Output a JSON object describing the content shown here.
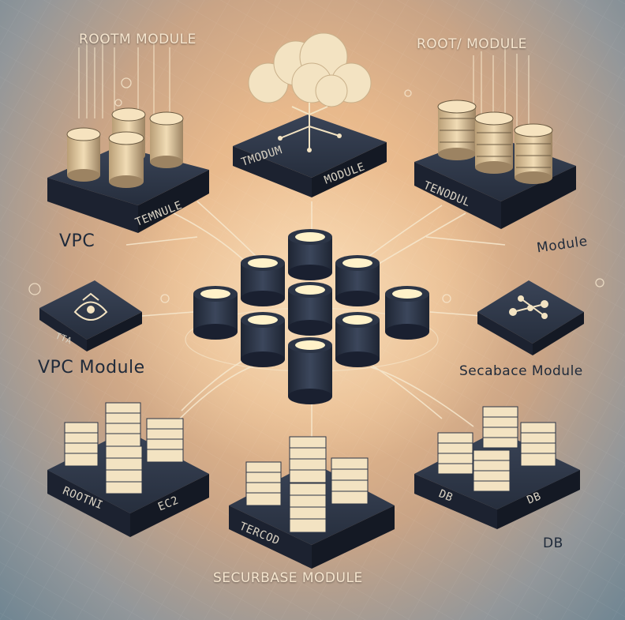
{
  "diagram": {
    "labels": {
      "top_left_title": "ROOTM MODULE",
      "top_center_plate": "TMODUM",
      "top_center_plate_right": "MODULE",
      "top_right_title": "ROOT/ MODULE",
      "top_left_plate": "TEMNULE",
      "top_right_plate": "TENODUL",
      "vpc_top": "VPC",
      "module_right": "Module",
      "vpc_module": "VPC   Module",
      "left_plate": "TTA",
      "secbase_module": "Secabace Module",
      "bottom_left_plate_left": "ROOTNI",
      "bottom_left_plate_right": "EC2",
      "bottom_center_plate": "TERCOD",
      "bottom_right_plate_left": "DB",
      "bottom_right_plate_right": "DB",
      "db_label": "DB",
      "securbase_module": "SECURBASE MODULE"
    },
    "colors": {
      "dark_navy": "#2c3546",
      "cream": "#f3e3c2",
      "glow": "#fff2c9",
      "line": "#f7e9cf"
    },
    "icons": [
      "cloud-tree-icon",
      "shield-icon",
      "network-icon",
      "database-cluster-icon",
      "server-stack-icon"
    ]
  }
}
